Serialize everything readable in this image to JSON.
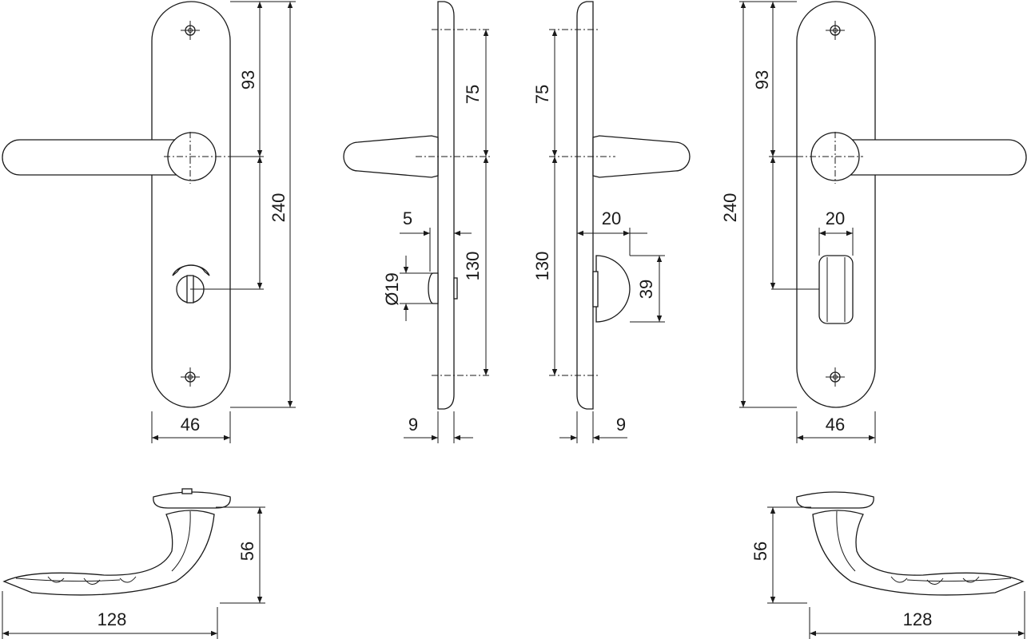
{
  "dimensions": {
    "left_front": {
      "screw_to_lever": "93",
      "plate_height": "240",
      "plate_width": "46"
    },
    "left_side": {
      "screw_to_lever": "75",
      "lever_to_screw": "130",
      "knob_offset": "5",
      "knob_diameter": "Ø19",
      "plate_thickness": "9"
    },
    "right_side": {
      "screw_to_lever": "75",
      "lever_to_screw": "130",
      "knob_width": "20",
      "knob_height": "39",
      "plate_thickness": "9"
    },
    "right_front": {
      "screw_to_lever": "93",
      "plate_height": "240",
      "turn_width": "20",
      "plate_width": "46"
    },
    "left_top": {
      "projection": "56",
      "lever_length": "128"
    },
    "right_top": {
      "projection": "56",
      "lever_length": "128"
    }
  },
  "colors": {
    "line": "#1a1a1a",
    "background": "#ffffff"
  }
}
